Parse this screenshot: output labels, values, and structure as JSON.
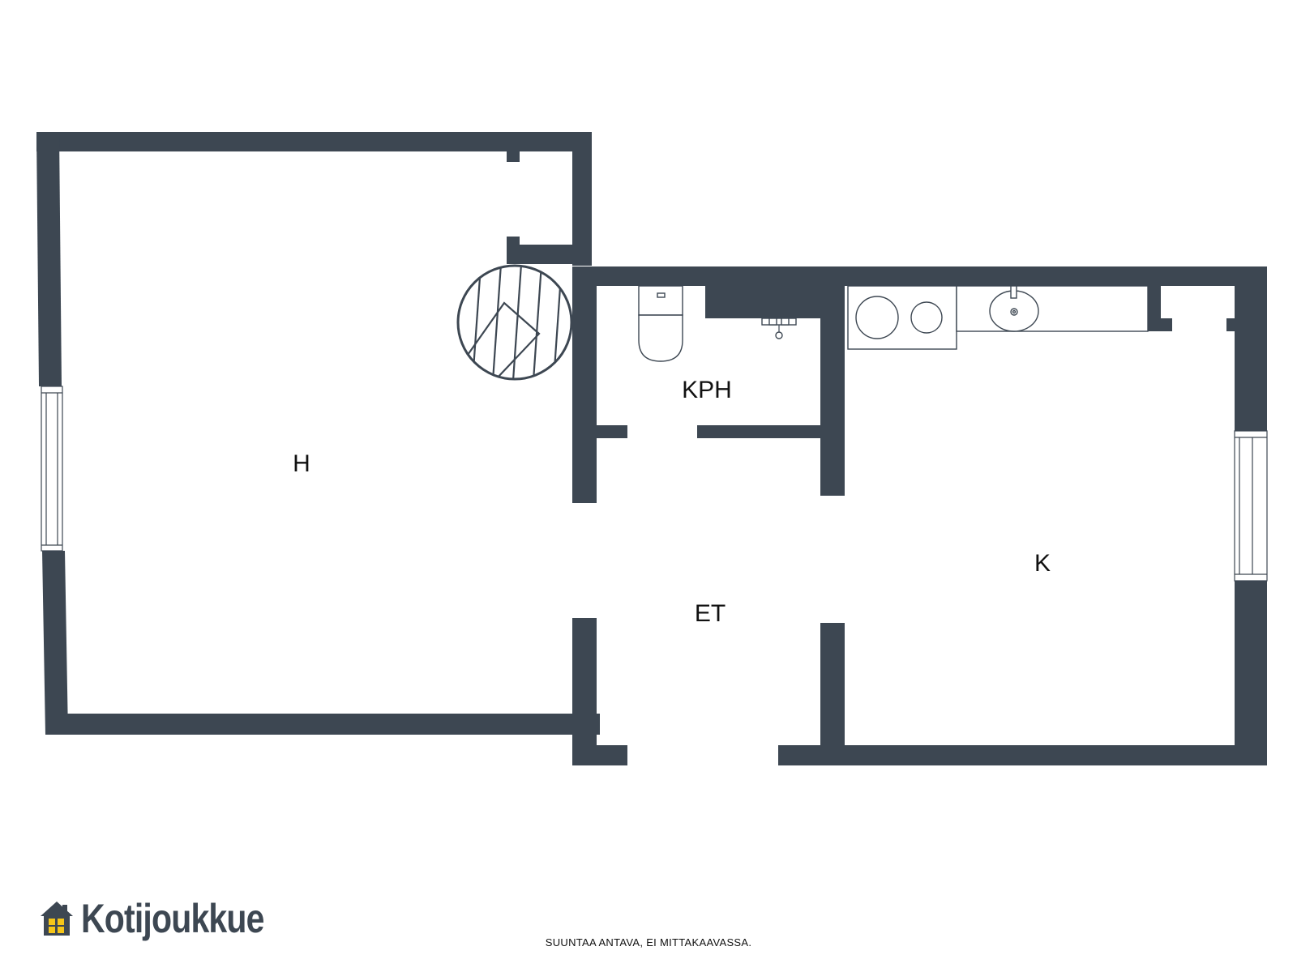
{
  "rooms": {
    "h": "H",
    "kph": "KPH",
    "et": "ET",
    "k": "K"
  },
  "brand": {
    "name": "Kotijoukkue",
    "icon": "house-icon",
    "color": "#3d4752",
    "window_color": "#f5c518"
  },
  "footer": {
    "disclaimer": "SUUNTAA ANTAVA, EI MITTAKAAVASSA."
  }
}
